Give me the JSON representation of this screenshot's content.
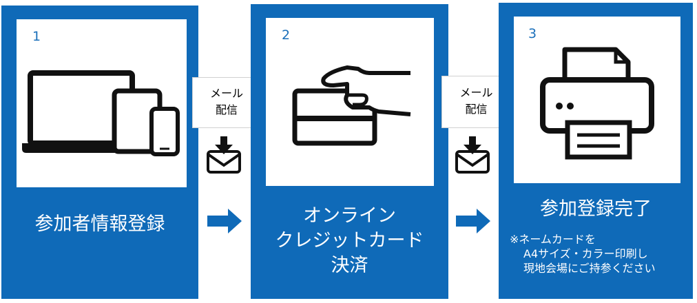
{
  "steps": [
    {
      "number": "1",
      "label": "参加者情報登録"
    },
    {
      "number": "2",
      "label_lines": [
        "オンライン",
        "クレジットカード",
        "決済"
      ]
    },
    {
      "number": "3",
      "label": "参加登録完了",
      "note_lines": [
        "※ネームカードを",
        "A4サイズ・カラー印刷し",
        "現地会場にご持参ください"
      ]
    }
  ],
  "connectors": [
    {
      "line1": "メール",
      "line2": "配信"
    },
    {
      "line1": "メール",
      "line2": "配信"
    }
  ],
  "colors": {
    "panel": "#0f6ab8",
    "number": "#1a6fba",
    "icon": "#111111",
    "arrow": "#0f6ab8"
  }
}
